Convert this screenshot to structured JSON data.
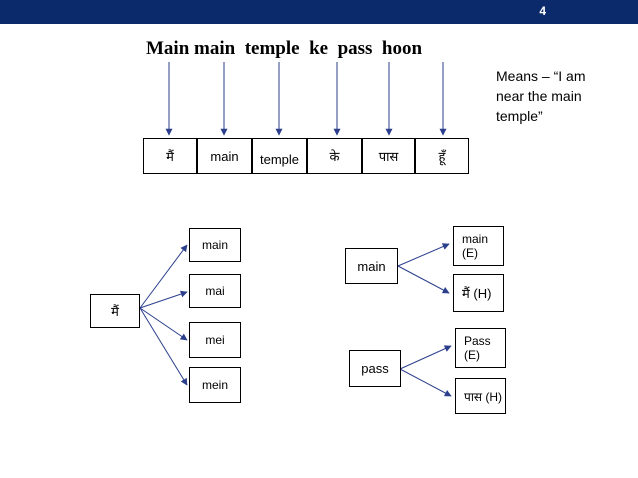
{
  "slide": {
    "number": "4"
  },
  "heading": {
    "text": "Main main  temple  ke  pass  hoon"
  },
  "note": {
    "text": "Means – “I am near the main temple”"
  },
  "top_row": [
    "मैं",
    "main",
    "temple",
    "के",
    "पास",
    "हूँ"
  ],
  "variants": {
    "root": "मैं",
    "options": [
      "main",
      "mai",
      "mei",
      "mein"
    ]
  },
  "lookup_main": {
    "root": "main",
    "options": [
      "main (E)",
      "मैं (H)"
    ]
  },
  "lookup_pass": {
    "root": "pass",
    "options": [
      "Pass (E)",
      "पास (H)"
    ]
  }
}
